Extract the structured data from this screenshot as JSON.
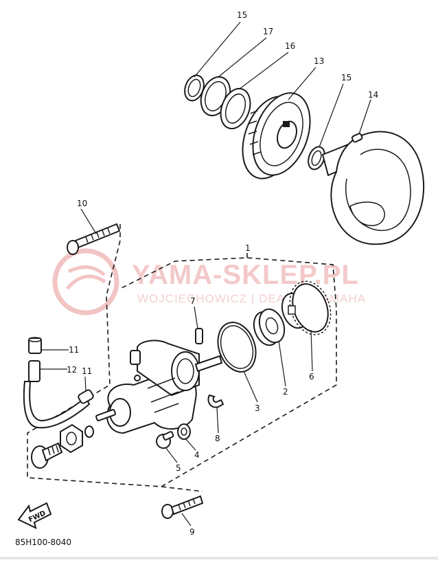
{
  "watermark": {
    "title": "YAMA-SKLEP.PL",
    "subtitle": "WOJCIECHOWICZ | DEALER YAMAHA"
  },
  "diagram": {
    "code": "85H100-8040",
    "direction_label": "FWD",
    "callouts": [
      "15",
      "17",
      "16",
      "13",
      "15",
      "14",
      "10",
      "1",
      "7",
      "11",
      "12",
      "11",
      "2",
      "6",
      "3",
      "8",
      "4",
      "5",
      "9"
    ]
  },
  "colors": {
    "line": "#1a1a1a",
    "watermark": "#f3c9c9"
  }
}
